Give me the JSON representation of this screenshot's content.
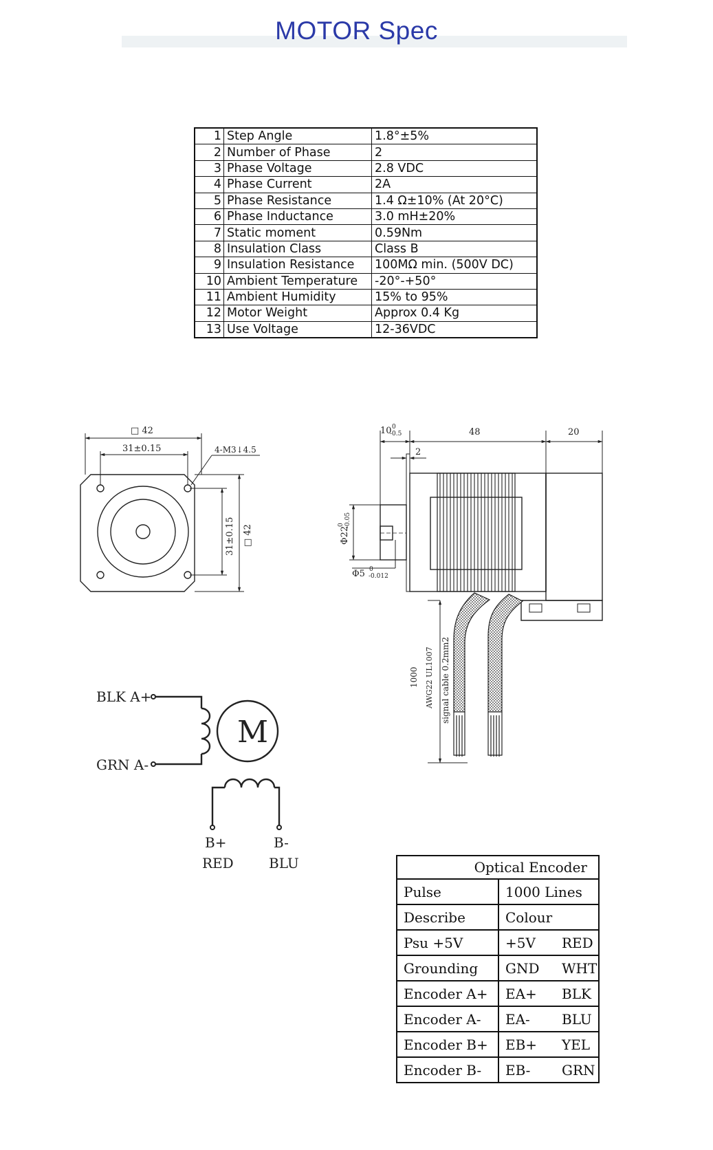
{
  "title": "MOTOR Spec",
  "spec_table": {
    "rows": [
      {
        "no": "1",
        "param": "Step Angle",
        "value": "1.8°±5%"
      },
      {
        "no": "2",
        "param": "Number of Phase",
        "value": "2"
      },
      {
        "no": "3",
        "param": "Phase Voltage",
        "value": "2.8 VDC"
      },
      {
        "no": "4",
        "param": "Phase Current",
        "value": "2A"
      },
      {
        "no": "5",
        "param": "Phase Resistance",
        "value": "1.4 Ω±10%  (At 20°C)"
      },
      {
        "no": "6",
        "param": "Phase Inductance",
        "value": "3.0 mH±20%"
      },
      {
        "no": "7",
        "param": "Static moment",
        "value": "0.59Nm"
      },
      {
        "no": "8",
        "param": "Insulation Class",
        "value": "Class B"
      },
      {
        "no": "9",
        "param": "Insulation Resistance",
        "value": "100MΩ min.  (500V DC)"
      },
      {
        "no": "10",
        "param": "Ambient Temperature",
        "value": "-20°-+50°"
      },
      {
        "no": "11",
        "param": "Ambient Humidity",
        "value": "15% to 95%"
      },
      {
        "no": "12",
        "param": "Motor Weight",
        "value": "Approx 0.4 Kg"
      },
      {
        "no": "13",
        "param": "Use Voltage",
        "value": "12-36VDC"
      }
    ]
  },
  "front_view": {
    "dim_top": "□ 42",
    "dim_hole_spacing_h": "31±0.15",
    "hole_callout": "4-M3↓4.5",
    "dim_hole_spacing_v": "31±0.15",
    "dim_side": "□ 42"
  },
  "side_view": {
    "dim_boss": "10",
    "dim_boss_tol_upper": "0",
    "dim_boss_tol_lower": "-0.5",
    "dim_body": "48",
    "dim_encoder": "20",
    "dim_flange": "2",
    "dim_boss_dia": "Φ22",
    "dim_boss_dia_tol_upper": "0",
    "dim_boss_dia_tol_lower": "-0.05",
    "dim_shaft_dia": "Φ5",
    "dim_shaft_tol_upper": "0",
    "dim_shaft_tol_lower": "-0.012",
    "cable_length": "1000",
    "cable_spec": "AWG22 UL1007",
    "signal_cable": "signal cable 0.2mm2"
  },
  "wiring": {
    "motor_label": "M",
    "a_plus": "BLK  A+",
    "a_minus": "GRN  A-",
    "b_plus": "B+",
    "b_plus_color": "RED",
    "b_minus": "B-",
    "b_minus_color": "BLU"
  },
  "encoder_table": {
    "title": "Optical Encoder",
    "pulse_label": "Pulse",
    "pulse_value": "1000 Lines",
    "describe_label": "Describe",
    "colour_label": "Colour",
    "rows": [
      {
        "label": "Psu +5V",
        "signal": "+5V",
        "color": "RED"
      },
      {
        "label": "Grounding",
        "signal": "GND",
        "color": "WHT"
      },
      {
        "label": "Encoder A+",
        "signal": "EA+",
        "color": "BLK"
      },
      {
        "label": "Encoder A-",
        "signal": "EA-",
        "color": "BLU"
      },
      {
        "label": "Encoder B+",
        "signal": "EB+",
        "color": "YEL"
      },
      {
        "label": "Encoder B-",
        "signal": "EB-",
        "color": "GRN"
      }
    ]
  }
}
